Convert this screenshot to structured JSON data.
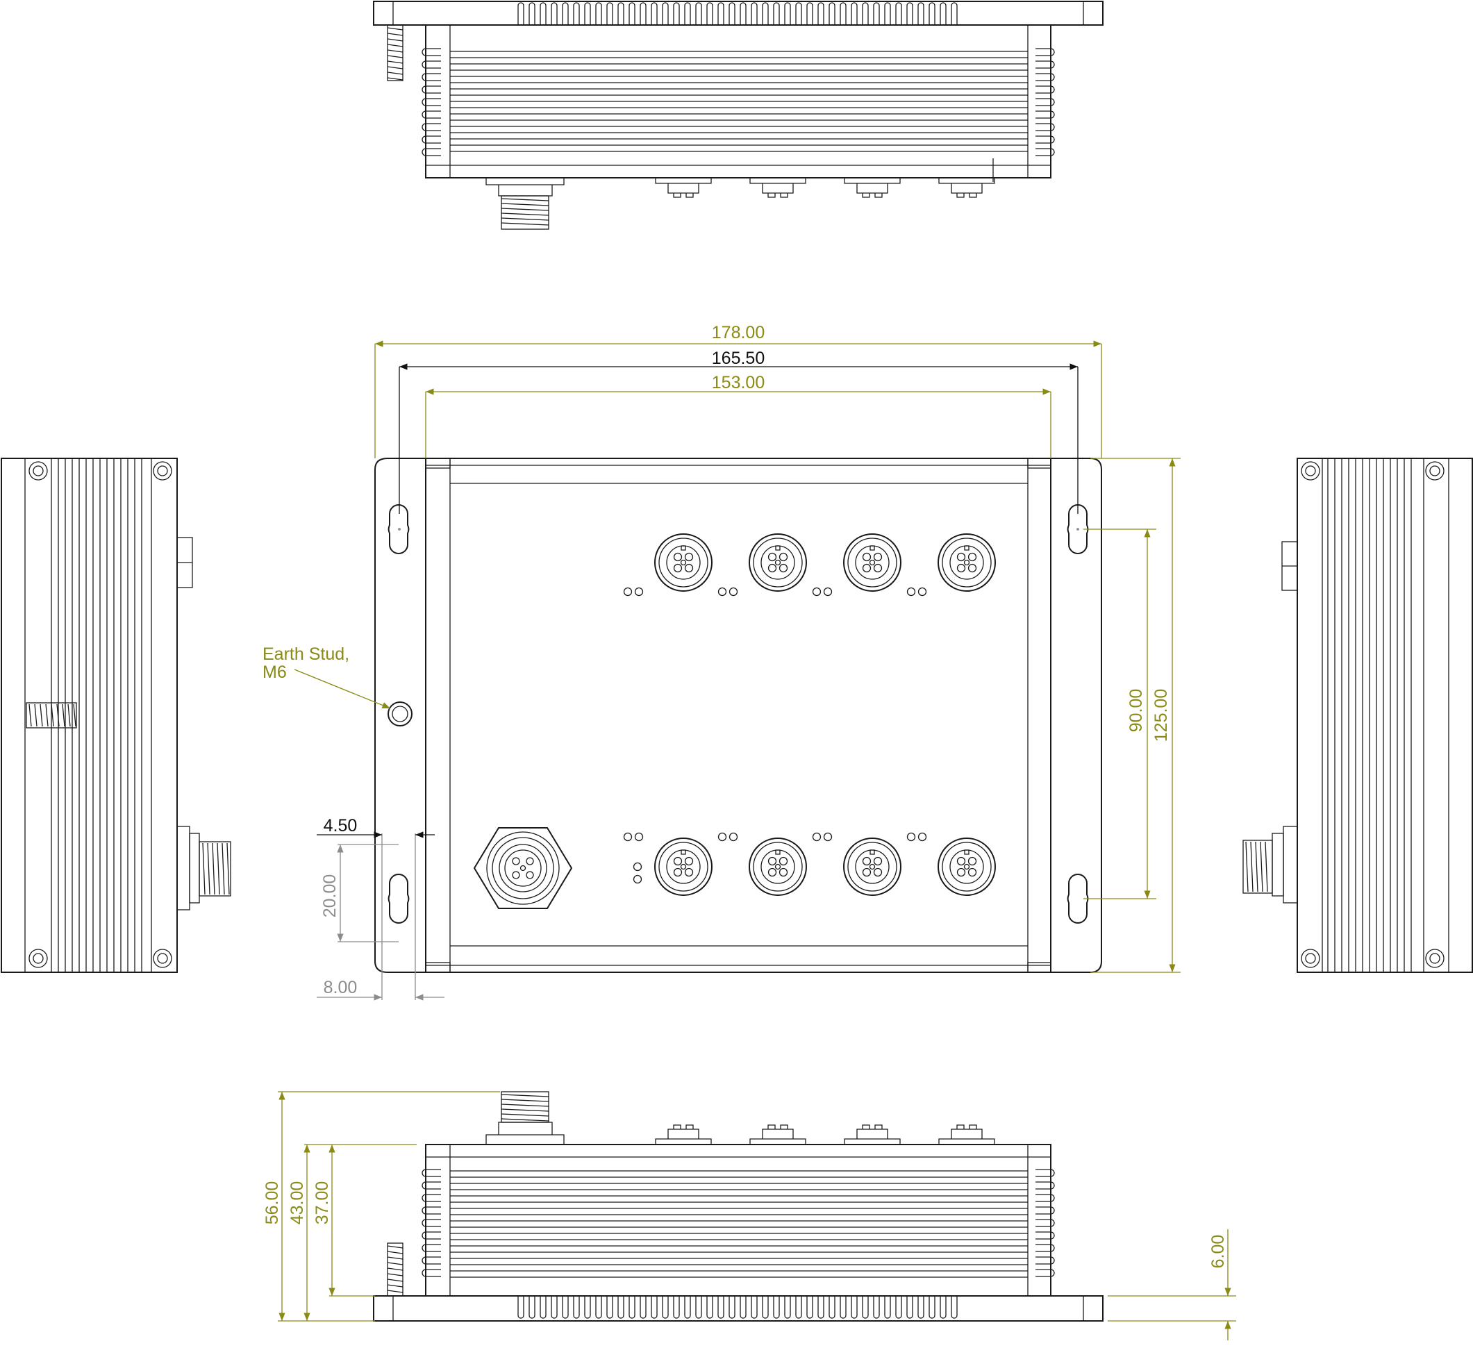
{
  "colors": {
    "line": "#1a1a1a",
    "olive_dimension": "#8a8a14",
    "black_dimension": "#111111",
    "grey_dimension": "#8c8c8c",
    "background": "#ffffff"
  },
  "front_view": {
    "dimensions": {
      "overall_width": "178.00",
      "hole_spacing": "165.50",
      "body_width": "153.00",
      "hole_vertical_spacing": "90.00",
      "overall_height": "125.00",
      "slot_offset": "4.50",
      "slot_length": "20.00",
      "hole_edge_offset": "8.00"
    },
    "earth_stud_label_line1": "Earth Stud,",
    "earth_stud_label_line2": "M6"
  },
  "bottom_view": {
    "dimensions": {
      "total_height": "56.00",
      "housing_height": "43.00",
      "body_height": "37.00",
      "base_plate_thickness": "6.00"
    }
  }
}
